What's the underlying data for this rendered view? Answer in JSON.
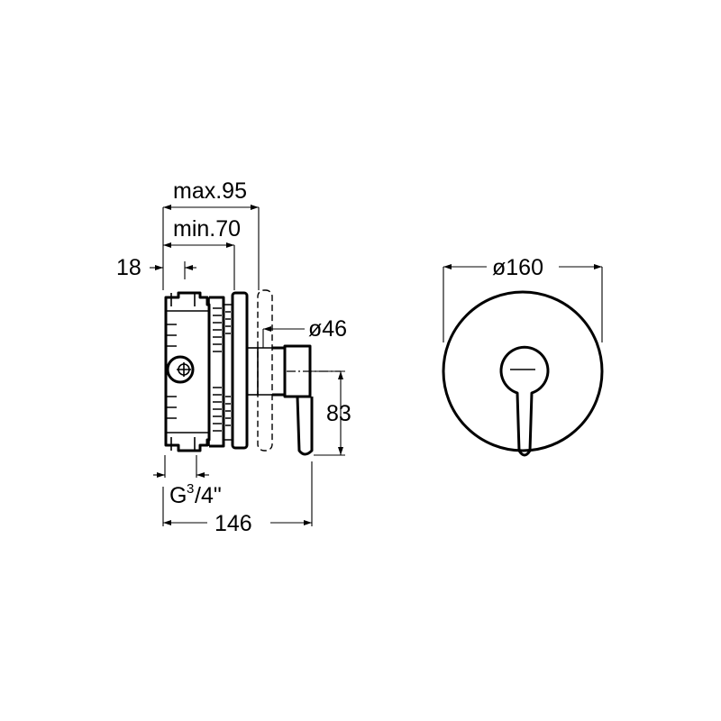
{
  "dimensions": {
    "max_depth": "max.95",
    "min_depth": "min.70",
    "offset": "18",
    "rosette_small_dia": "ø46",
    "handle_height": "83",
    "connection_thread": "G",
    "connection_frac_num": "3",
    "connection_frac_den": "/4\"",
    "overall_length": "146",
    "cover_plate_dia": "ø160"
  },
  "colors": {
    "line": "#000000",
    "background": "#ffffff"
  }
}
